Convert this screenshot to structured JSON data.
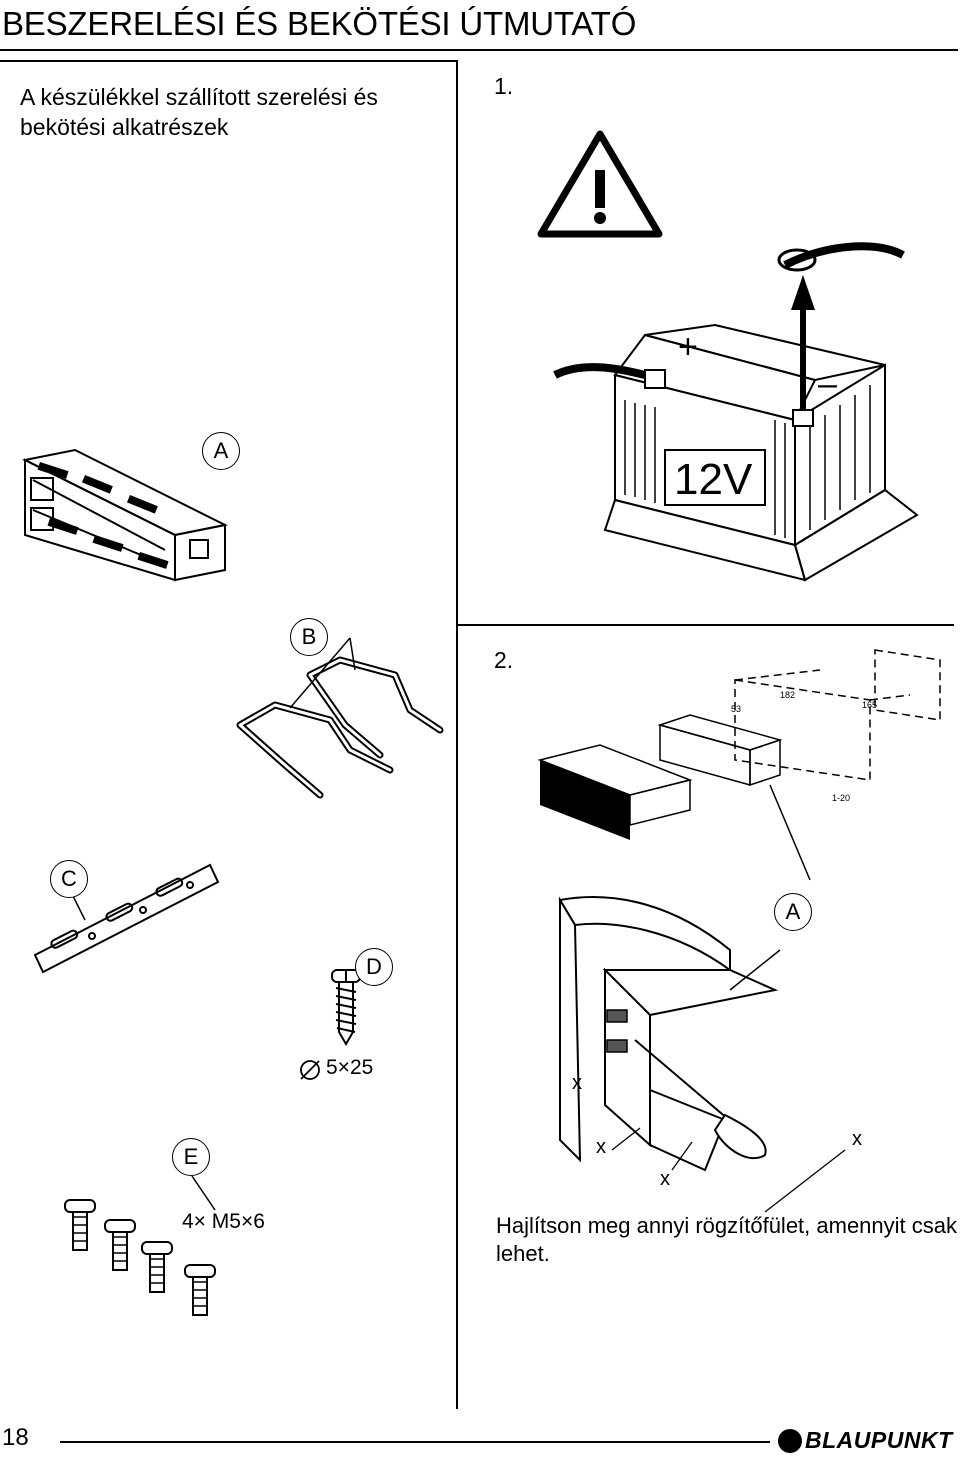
{
  "header": {
    "title": "BESZERELÉSI ÉS BEKÖTÉSI ÚTMUTATÓ"
  },
  "parts": {
    "heading": "A készülékkel szállított szerelési és bekötési alkatrészek",
    "items": [
      {
        "letter": "A"
      },
      {
        "letter": "B"
      },
      {
        "letter": "C"
      },
      {
        "letter": "D",
        "spec": "5×25"
      },
      {
        "letter": "E",
        "spec": "4× M5×6"
      }
    ]
  },
  "step1": {
    "number": "1.",
    "battery_label": "12V",
    "plus": "+",
    "minus": "–"
  },
  "step2": {
    "number": "2.",
    "dimensions": [
      "182",
      "53",
      "165",
      "1-20"
    ],
    "callout": "A",
    "x_marks": [
      "x",
      "x",
      "x",
      "x"
    ],
    "caption": "Hajlítson meg annyi rögzítőfület, amennyit csak lehet."
  },
  "footer": {
    "page_number": "18",
    "brand": "BLAUPUNKT"
  }
}
